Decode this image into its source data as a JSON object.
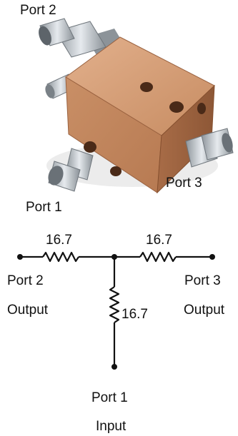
{
  "photo": {
    "port_labels": {
      "port2": "Port 2",
      "port3": "Port 3",
      "port1": "Port 1"
    },
    "body_color": "#c8895f",
    "connector_color": "#b8bec4"
  },
  "schematic": {
    "resistors": {
      "left": "16.7",
      "right": "16.7",
      "bottom": "16.7"
    },
    "ports": {
      "port2": {
        "name": "Port 2",
        "role": "Output"
      },
      "port3": {
        "name": "Port 3",
        "role": "Output"
      },
      "port1": {
        "name": "Port 1",
        "role": "Input"
      }
    },
    "wire_color": "#111111"
  }
}
